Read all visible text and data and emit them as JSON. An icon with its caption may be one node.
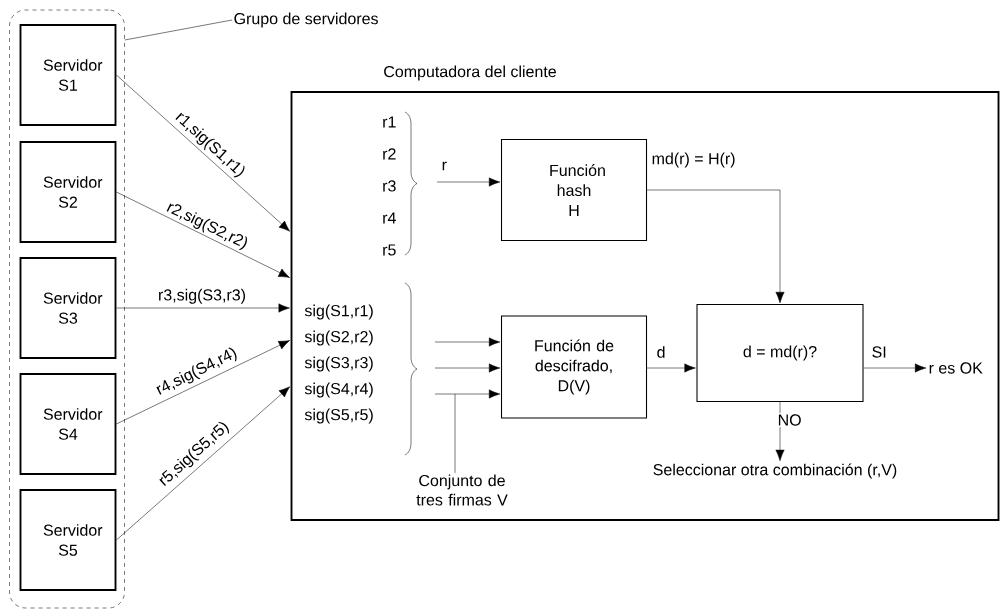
{
  "diagram": {
    "nodes": [
      {
        "text": [],
        "shape": "box"
      },
      {
        "text": [
          "Servidor S1"
        ],
        "in": 0
      },
      {
        "text": [
          "Servidor S2"
        ],
        "in": 0
      },
      {
        "text": [
          "Servidor S3"
        ],
        "in": 0
      },
      {
        "text": [
          "Servidor S4"
        ],
        "in": 0
      },
      {
        "text": [
          "Servidor S5"
        ],
        "in": 0
      },
      {
        "text": [
          "Grupo de servidores"
        ]
      },
      {
        "text": [
          "Computadora del cliente"
        ]
      },
      {
        "text": [
          "r1 r2 r3 r4 r5"
        ],
        "in": 7
      },
      {
        "text": [
          "Función hash H"
        ],
        "in": 7
      },
      {
        "text": [
          "sig(S1,r1) sig(S2,r2) sig(S3,r3) sig(S4,r4) sig(S5,r5)"
        ],
        "in": 7
      },
      {
        "text": [
          "Función de descifrado, D(V)"
        ],
        "in": 7
      },
      {
        "text": [
          "Conjunto de tres firmas V"
        ],
        "in": 7
      },
      {
        "text": [
          "d = md(r)?"
        ],
        "in": 7
      },
      {
        "text": [
          "r es OK"
        ],
        "in": 7
      },
      {
        "text": [
          "Seleccionar otra combinación (r,V)"
        ],
        "in": 7
      }
    ],
    "edges": [
      {
        "from": 1,
        "to": 7,
        "arrow": "to",
        "label": "r1,sig(S1,r1)"
      },
      {
        "from": 2,
        "to": 7,
        "arrow": "to",
        "label": "r2,sig(S2,r2)"
      },
      {
        "from": 3,
        "to": 7,
        "arrow": "to",
        "label": "r3,sig(S3,r3)"
      },
      {
        "from": 4,
        "to": 7,
        "arrow": "to",
        "label": "r4,sig(S4,r4)"
      },
      {
        "from": 5,
        "to": 7,
        "arrow": "to",
        "label": "r5,sig(S5,r5)"
      },
      {
        "from": 6,
        "to": 0,
        "arrow": "none"
      },
      {
        "from": 8,
        "to": 9,
        "arrow": "to",
        "label": "r"
      },
      {
        "from": 10,
        "to": 11,
        "arrow": "to"
      },
      {
        "from": 10,
        "to": 11,
        "arrow": "to"
      },
      {
        "from": 10,
        "to": 11,
        "arrow": "to"
      },
      {
        "from": 12,
        "to": null,
        "arrow": "none"
      },
      {
        "from": 9,
        "to": 13,
        "arrow": "to",
        "label": "md(r) = H(r)"
      },
      {
        "from": 11,
        "to": 13,
        "arrow": "to",
        "label": "d"
      },
      {
        "from": 13,
        "to": 14,
        "arrow": "to",
        "label": "SI"
      },
      {
        "from": 13,
        "to": 15,
        "arrow": "to",
        "label": "NO"
      }
    ]
  }
}
